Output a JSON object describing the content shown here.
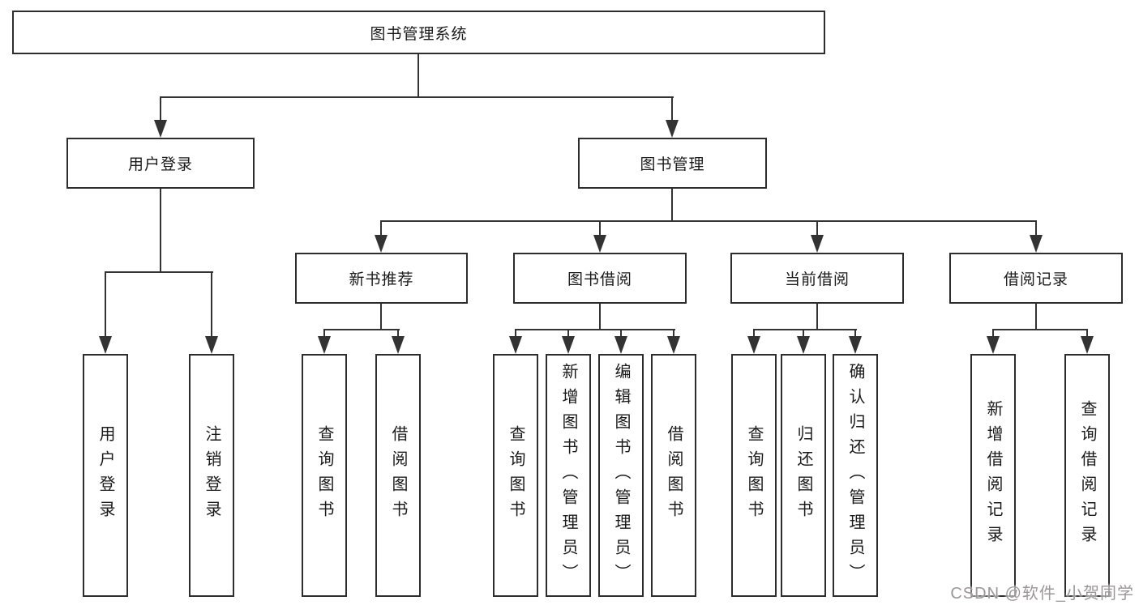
{
  "colors": {
    "background": "#ffffff",
    "box_border": "#2d2d2d",
    "connector_line": "#333333",
    "text": "#1a1a1a",
    "watermark": "#9b9698"
  },
  "tree": {
    "root": {
      "label": "图书管理系统",
      "children": [
        {
          "label": "用户登录",
          "children": [
            {
              "label": "用户登录"
            },
            {
              "label": "注销登录"
            }
          ]
        },
        {
          "label": "图书管理",
          "children": [
            {
              "label": "新书推荐",
              "children": [
                {
                  "label": "查询图书"
                },
                {
                  "label": "借阅图书"
                }
              ]
            },
            {
              "label": "图书借阅",
              "children": [
                {
                  "label": "查询图书"
                },
                {
                  "label": "新增图书（管理员）"
                },
                {
                  "label": "编辑图书（管理员）"
                },
                {
                  "label": "借阅图书"
                }
              ]
            },
            {
              "label": "当前借阅",
              "children": [
                {
                  "label": "查询图书"
                },
                {
                  "label": "归还图书"
                },
                {
                  "label": "确认归还（管理员）"
                }
              ]
            },
            {
              "label": "借阅记录",
              "children": [
                {
                  "label": "新增借阅记录"
                },
                {
                  "label": "查询借阅记录"
                }
              ]
            }
          ]
        }
      ]
    }
  },
  "watermark": {
    "text": "CSDN @软件_小贺同学"
  }
}
